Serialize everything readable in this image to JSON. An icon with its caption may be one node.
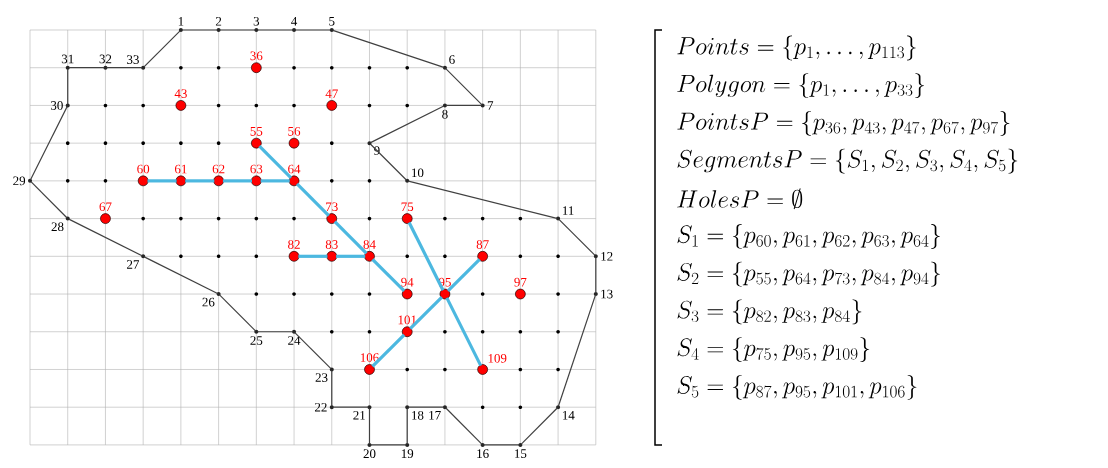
{
  "diagram": {
    "nodes": [
      {
        "text": [
          "1"
        ]
      },
      {
        "text": [
          "2"
        ]
      },
      {
        "text": [
          "3"
        ]
      },
      {
        "text": [
          "4"
        ]
      },
      {
        "text": [
          "5"
        ]
      },
      {
        "text": [
          "6"
        ]
      },
      {
        "text": [
          "7"
        ]
      },
      {
        "text": [
          "8"
        ]
      },
      {
        "text": [
          "9"
        ]
      },
      {
        "text": [
          "10"
        ]
      },
      {
        "text": [
          "11"
        ]
      },
      {
        "text": [
          "12"
        ]
      },
      {
        "text": [
          "13"
        ]
      },
      {
        "text": [
          "14"
        ]
      },
      {
        "text": [
          "15"
        ]
      },
      {
        "text": [
          "16"
        ]
      },
      {
        "text": [
          "17"
        ]
      },
      {
        "text": [
          "18"
        ]
      },
      {
        "text": [
          "19"
        ]
      },
      {
        "text": [
          "20"
        ]
      },
      {
        "text": [
          "21"
        ]
      },
      {
        "text": [
          "22"
        ]
      },
      {
        "text": [
          "23"
        ]
      },
      {
        "text": [
          "24"
        ]
      },
      {
        "text": [
          "25"
        ]
      },
      {
        "text": [
          "26"
        ]
      },
      {
        "text": [
          "27"
        ]
      },
      {
        "text": [
          "28"
        ]
      },
      {
        "text": [
          "29"
        ]
      },
      {
        "text": [
          "30"
        ]
      },
      {
        "text": [
          "31"
        ]
      },
      {
        "text": [
          "32"
        ]
      },
      {
        "text": [
          "33"
        ]
      },
      {
        "text": [
          "36"
        ]
      },
      {
        "text": [
          "43"
        ]
      },
      {
        "text": [
          "47"
        ]
      },
      {
        "text": [
          "55"
        ]
      },
      {
        "text": [
          "56"
        ]
      },
      {
        "text": [
          "60"
        ]
      },
      {
        "text": [
          "61"
        ]
      },
      {
        "text": [
          "62"
        ]
      },
      {
        "text": [
          "63"
        ]
      },
      {
        "text": [
          "64"
        ]
      },
      {
        "text": [
          "67"
        ]
      },
      {
        "text": [
          "73"
        ]
      },
      {
        "text": [
          "75"
        ]
      },
      {
        "text": [
          "82"
        ]
      },
      {
        "text": [
          "83"
        ]
      },
      {
        "text": [
          "84"
        ]
      },
      {
        "text": [
          "87"
        ]
      },
      {
        "text": [
          "94"
        ]
      },
      {
        "text": [
          "95"
        ]
      },
      {
        "text": [
          "97"
        ]
      },
      {
        "text": [
          "101"
        ]
      },
      {
        "text": [
          "106"
        ]
      },
      {
        "text": [
          "109"
        ]
      }
    ],
    "edges": [
      {
        "from": 0,
        "to": 1,
        "arrow": "none"
      },
      {
        "from": 1,
        "to": 2,
        "arrow": "none"
      },
      {
        "from": 2,
        "to": 3,
        "arrow": "none"
      },
      {
        "from": 3,
        "to": 4,
        "arrow": "none"
      },
      {
        "from": 4,
        "to": 5,
        "arrow": "none"
      },
      {
        "from": 5,
        "to": 6,
        "arrow": "none"
      },
      {
        "from": 6,
        "to": 7,
        "arrow": "none"
      },
      {
        "from": 7,
        "to": 8,
        "arrow": "none"
      },
      {
        "from": 8,
        "to": 9,
        "arrow": "none"
      },
      {
        "from": 9,
        "to": 10,
        "arrow": "none"
      },
      {
        "from": 10,
        "to": 11,
        "arrow": "none"
      },
      {
        "from": 11,
        "to": 12,
        "arrow": "none"
      },
      {
        "from": 12,
        "to": 13,
        "arrow": "none"
      },
      {
        "from": 13,
        "to": 14,
        "arrow": "none"
      },
      {
        "from": 14,
        "to": 15,
        "arrow": "none"
      },
      {
        "from": 15,
        "to": 16,
        "arrow": "none"
      },
      {
        "from": 16,
        "to": 17,
        "arrow": "none"
      },
      {
        "from": 17,
        "to": 18,
        "arrow": "none"
      },
      {
        "from": 18,
        "to": 19,
        "arrow": "none"
      },
      {
        "from": 19,
        "to": 20,
        "arrow": "none"
      },
      {
        "from": 20,
        "to": 21,
        "arrow": "none"
      },
      {
        "from": 21,
        "to": 22,
        "arrow": "none"
      },
      {
        "from": 22,
        "to": 23,
        "arrow": "none"
      },
      {
        "from": 23,
        "to": 24,
        "arrow": "none"
      },
      {
        "from": 24,
        "to": 25,
        "arrow": "none"
      },
      {
        "from": 25,
        "to": 26,
        "arrow": "none"
      },
      {
        "from": 26,
        "to": 27,
        "arrow": "none"
      },
      {
        "from": 27,
        "to": 28,
        "arrow": "none"
      },
      {
        "from": 28,
        "to": 29,
        "arrow": "none"
      },
      {
        "from": 29,
        "to": 30,
        "arrow": "none"
      },
      {
        "from": 30,
        "to": 31,
        "arrow": "none"
      },
      {
        "from": 31,
        "to": 32,
        "arrow": "none"
      },
      {
        "from": 32,
        "to": 0,
        "arrow": "none"
      },
      {
        "from": 38,
        "to": 39,
        "arrow": "none",
        "style": "thick",
        "color": "#4cb8e0"
      },
      {
        "from": 39,
        "to": 40,
        "arrow": "none",
        "style": "thick",
        "color": "#4cb8e0"
      },
      {
        "from": 40,
        "to": 41,
        "arrow": "none",
        "style": "thick",
        "color": "#4cb8e0"
      },
      {
        "from": 41,
        "to": 42,
        "arrow": "none",
        "style": "thick",
        "color": "#4cb8e0"
      },
      {
        "from": 36,
        "to": 42,
        "arrow": "none",
        "style": "thick",
        "color": "#4cb8e0"
      },
      {
        "from": 42,
        "to": 44,
        "arrow": "none",
        "style": "thick",
        "color": "#4cb8e0"
      },
      {
        "from": 44,
        "to": 48,
        "arrow": "none",
        "style": "thick",
        "color": "#4cb8e0"
      },
      {
        "from": 48,
        "to": 50,
        "arrow": "none",
        "style": "thick",
        "color": "#4cb8e0"
      },
      {
        "from": 46,
        "to": 47,
        "arrow": "none",
        "style": "thick",
        "color": "#4cb8e0"
      },
      {
        "from": 47,
        "to": 48,
        "arrow": "none",
        "style": "thick",
        "color": "#4cb8e0"
      },
      {
        "from": 45,
        "to": 51,
        "arrow": "none",
        "style": "thick",
        "color": "#4cb8e0"
      },
      {
        "from": 51,
        "to": 55,
        "arrow": "none",
        "style": "thick",
        "color": "#4cb8e0"
      },
      {
        "from": 49,
        "to": 51,
        "arrow": "none",
        "style": "thick",
        "color": "#4cb8e0"
      },
      {
        "from": 51,
        "to": 53,
        "arrow": "none",
        "style": "thick",
        "color": "#4cb8e0"
      },
      {
        "from": 53,
        "to": 54,
        "arrow": "none",
        "style": "thick",
        "color": "#4cb8e0"
      }
    ],
    "labels": [
      "Points = \\{p_1, \\ldots, p_{113}\\}",
      "Polygon = \\{p_1, \\ldots, p_{33}\\}",
      "PointsP = \\{p_{36}, p_{43}, p_{47}, p_{67}, p_{97}\\}",
      "SegmentsP = \\{S_1, S_2, S_3, S_4, S_5\\}",
      "HolesP = \\emptyset",
      "S_1 = \\{p_{60}, p_{61}, p_{62}, p_{63}, p_{64}\\}",
      "S_2 = \\{p_{55}, p_{64}, p_{73}, p_{84}, p_{94}\\}",
      "S_3 = \\{p_{82}, p_{83}, p_{84}\\}",
      "S_4 = \\{p_{75}, p_{95}, p_{109}\\}",
      "S_5 = \\{p_{87}, p_{95}, p_{101}, p_{106}\\}"
    ]
  }
}
